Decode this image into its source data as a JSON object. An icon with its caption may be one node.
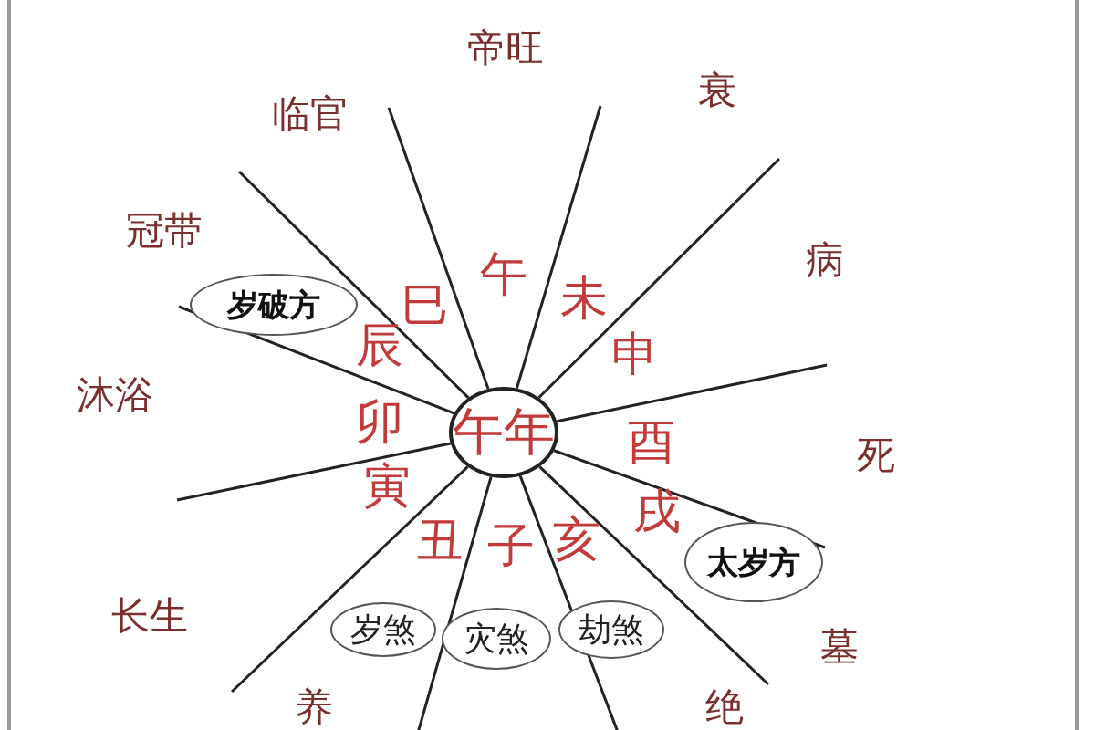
{
  "diagram": {
    "nodes": [
      {
        "text": [
          "午年"
        ]
      },
      {
        "text": [
          "岁破方"
        ]
      },
      {
        "text": [
          "太岁方"
        ]
      },
      {
        "text": [
          "岁煞"
        ]
      },
      {
        "text": [
          "灾煞"
        ]
      },
      {
        "text": [
          "劫煞"
        ]
      }
    ],
    "labels": [
      "帝旺",
      "临官",
      "衰",
      "冠带",
      "病",
      "巳",
      "午",
      "未",
      "辰",
      "申",
      "沐浴",
      "卯",
      "酉",
      "死",
      "寅",
      "戌",
      "丑",
      "子",
      "亥",
      "长生",
      "墓",
      "养",
      "绝"
    ]
  }
}
